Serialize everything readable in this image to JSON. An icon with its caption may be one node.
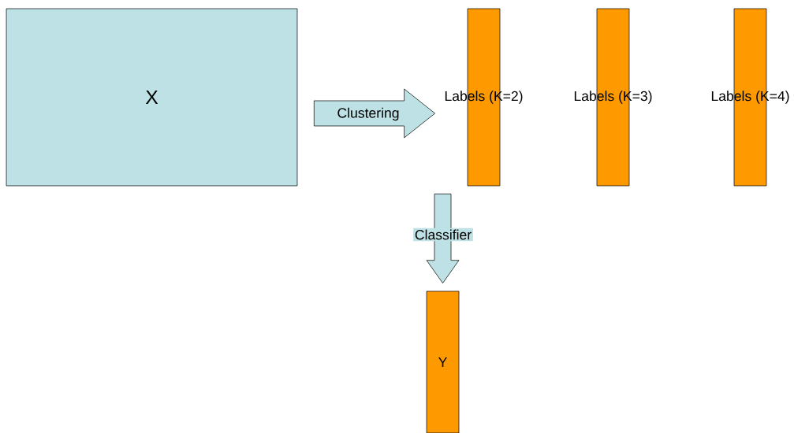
{
  "diagram": {
    "nodes": [
      {
        "text": [
          "X"
        ]
      },
      {
        "text": [
          "Labels (K=2)"
        ]
      },
      {
        "text": [
          "Labels (K=3)"
        ]
      },
      {
        "text": [
          "Labels (K=4)"
        ]
      },
      {
        "text": [
          "Y"
        ]
      }
    ],
    "edges": [
      {
        "from": 0,
        "to": 1,
        "arrow": "to",
        "label": "Clustering"
      },
      {
        "from": 1,
        "to": 4,
        "arrow": "to",
        "label": "Classifier"
      }
    ]
  }
}
